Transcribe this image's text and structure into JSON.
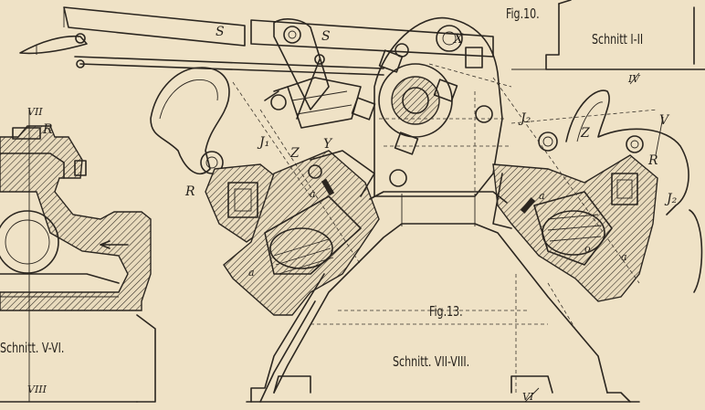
{
  "figures": {
    "fig10": "Fig.10.",
    "fig13": "Fig.13."
  },
  "sections": {
    "s1": "Schnitt I-II",
    "s2": "Schnitt. V-VI.",
    "s3": "Schnitt. VII-VIII."
  },
  "marks": {
    "s_a": "S",
    "s_b": "S",
    "x": "X",
    "j1": "J₁",
    "j2": "J₂",
    "j2b": "J₂",
    "z_left": "Z",
    "z_right": "Z",
    "y": "Y",
    "r_left": "R",
    "r_mid": "R",
    "r_right": "R",
    "v": "V",
    "a1": "a",
    "a2": "a",
    "a3": "a",
    "a4": "a",
    "o": "o",
    "vii": "VII",
    "viii": "VIII",
    "iv": "IV",
    "vi": "VI"
  }
}
